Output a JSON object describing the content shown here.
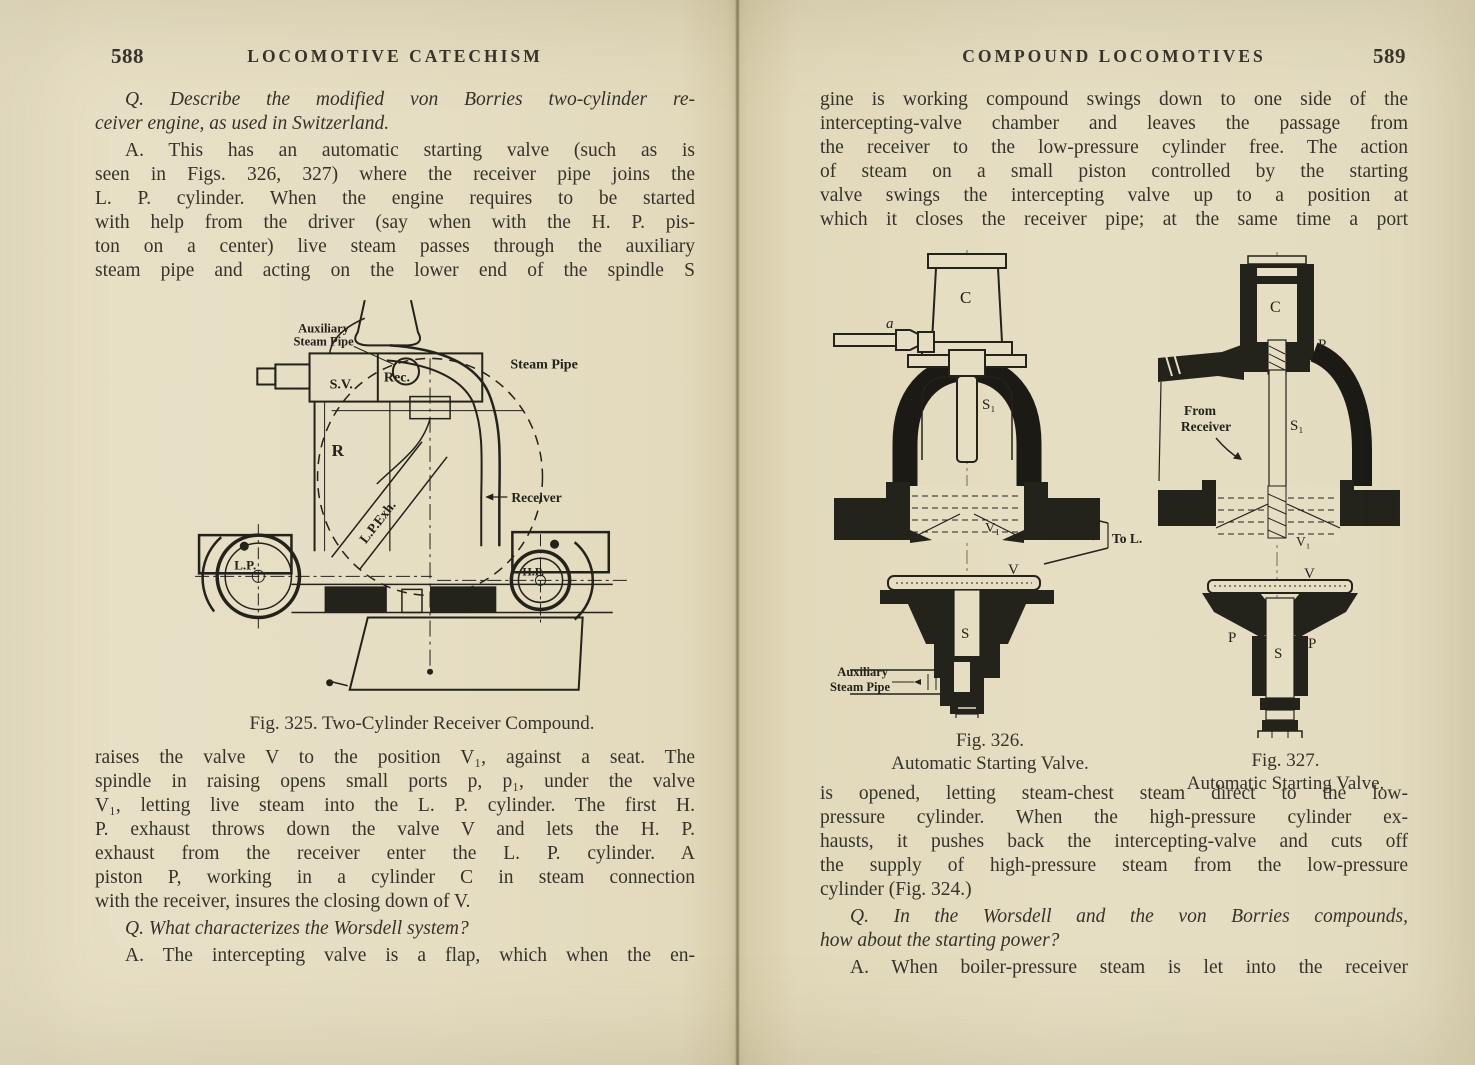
{
  "palette": {
    "paper": "#e6dec3",
    "paper-hi": "#ece5cd",
    "ink": "#35332a",
    "figink": "#23221b"
  },
  "left": {
    "page_number": "588",
    "header": "LOCOMOTIVE CATECHISM",
    "top_paragraphs": [
      {
        "style": "q",
        "indent": true,
        "justify_last": false,
        "lines": [
          "Q. Describe the modified von Borries two-cylinder re-",
          "ceiver engine, as used in Switzerland."
        ]
      },
      {
        "style": "a",
        "indent": true,
        "justify_last": true,
        "lines": [
          "A. This has an automatic starting valve (such as is",
          "seen in Figs. 326, 327) where the receiver pipe joins the",
          "L. P. cylinder. When the engine requires to be started",
          "with help from the driver (say when with the H. P. pis-",
          "ton on a center) live steam passes through the auxiliary",
          "steam pipe and acting on the lower end of the spindle S"
        ]
      }
    ],
    "figure": {
      "caption": "Fig. 325. Two-Cylinder Receiver Compound.",
      "labels": {
        "aux1": "Auxiliary",
        "aux2": "Steam Pipe",
        "sv": "S.V.",
        "rec": "Rec.",
        "steam_pipe": "Steam Pipe",
        "r": "R",
        "lp_exh": "L.P.Exh.",
        "receiver": "Receiver",
        "lp": "L.P.",
        "hp": "H.P."
      }
    },
    "bottom_paragraphs": [
      {
        "style": "a",
        "indent": false,
        "justify_last": false,
        "lines": [
          "raises the valve V to the position V₁, against a seat. The",
          "spindle in raising opens small ports p, p₁, under the valve",
          "V₁, letting live steam into the L. P. cylinder. The first H.",
          "P. exhaust throws down the valve V and lets the H. P.",
          "exhaust from the receiver enter the L. P. cylinder. A",
          "piston P, working in a cylinder C in steam connection",
          "with the receiver, insures the closing down of V."
        ]
      },
      {
        "style": "q",
        "indent": true,
        "justify_last": false,
        "lines": [
          "Q. What characterizes the Worsdell system?"
        ]
      },
      {
        "style": "a",
        "indent": true,
        "justify_last": true,
        "lines": [
          "A. The intercepting valve is a flap, which when the en-"
        ]
      }
    ]
  },
  "right": {
    "page_number": "589",
    "header": "COMPOUND LOCOMOTIVES",
    "top_paragraphs": [
      {
        "style": "a",
        "indent": false,
        "justify_last": true,
        "lines": [
          "gine is working compound swings down to one side of the",
          "intercepting-valve chamber and leaves the passage from",
          "the receiver to the low-pressure cylinder free. The action",
          "of steam on a small piston controlled by the starting",
          "valve swings the intercepting valve up to a position at",
          "which it closes the receiver pipe; at the same time a port"
        ]
      }
    ],
    "fig326": {
      "caption_line1": "Fig. 326.",
      "caption_line2": "Automatic Starting Valve.",
      "labels": {
        "c": "C",
        "a": "a",
        "s1": "S₁",
        "v1": "V₁",
        "to_l": "To L.",
        "v": "V",
        "s": "S",
        "aux1": "Auxiliary",
        "aux2": "Steam Pipe"
      }
    },
    "fig327": {
      "caption_line1": "Fig. 327.",
      "caption_line2": "Automatic Starting Valve.",
      "labels": {
        "c": "C",
        "p_top": "P",
        "from1": "From",
        "from2": "Receiver",
        "s1": "S₁",
        "v1": "V₁",
        "v": "V",
        "p_left": "P",
        "p_right": "P",
        "s": "S"
      }
    },
    "bottom_paragraphs": [
      {
        "style": "a",
        "indent": false,
        "justify_last": false,
        "lines": [
          "is opened, letting steam-chest steam direct to the low-",
          "pressure cylinder. When the high-pressure cylinder ex-",
          "hausts, it pushes back the intercepting-valve and cuts off",
          "the supply of high-pressure steam from the low-pressure",
          "cylinder (Fig. 324.)"
        ]
      },
      {
        "style": "q",
        "indent": true,
        "justify_last": false,
        "lines": [
          "Q. In the Worsdell and the von Borries compounds,",
          "how about the starting power?"
        ]
      },
      {
        "style": "a",
        "indent": true,
        "justify_last": true,
        "lines": [
          "A. When boiler-pressure steam is let into the receiver"
        ]
      }
    ]
  }
}
